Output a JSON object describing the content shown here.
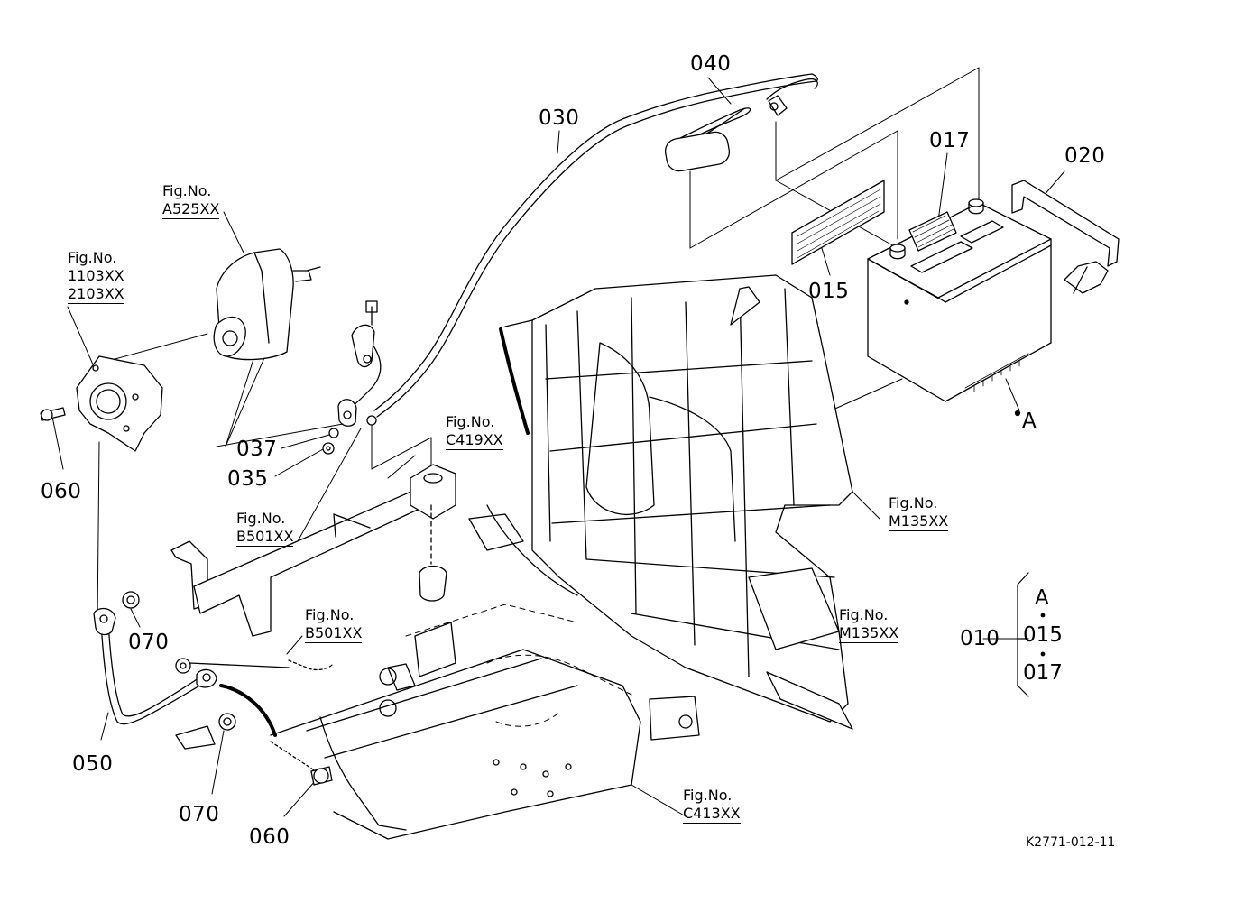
{
  "parts": {
    "p010": "010",
    "p015": "015",
    "p017": "017",
    "p020": "020",
    "p030": "030",
    "p035": "035",
    "p037": "037",
    "p040": "040",
    "p050": "050",
    "p060a": "060",
    "p060b": "060",
    "p070a": "070",
    "p070b": "070",
    "pA": "A"
  },
  "fig_refs": {
    "a525": {
      "caption": "Fig.No.",
      "code": "A525XX"
    },
    "f1103": {
      "caption": "Fig.No.",
      "code1": "1103XX",
      "code2": "2103XX"
    },
    "c419": {
      "caption": "Fig.No.",
      "code": "C419XX"
    },
    "b501a": {
      "caption": "Fig.No.",
      "code": "B501XX"
    },
    "b501b": {
      "caption": "Fig.No.",
      "code": "B501XX"
    },
    "m135a": {
      "caption": "Fig.No.",
      "code": "M135XX"
    },
    "m135b": {
      "caption": "Fig.No.",
      "code": "M135XX"
    },
    "c413": {
      "caption": "Fig.No.",
      "code": "C413XX"
    }
  },
  "kit": {
    "label": "010",
    "items": [
      "A",
      "015",
      "017"
    ]
  },
  "drawing_ref": "K2771-012-11"
}
